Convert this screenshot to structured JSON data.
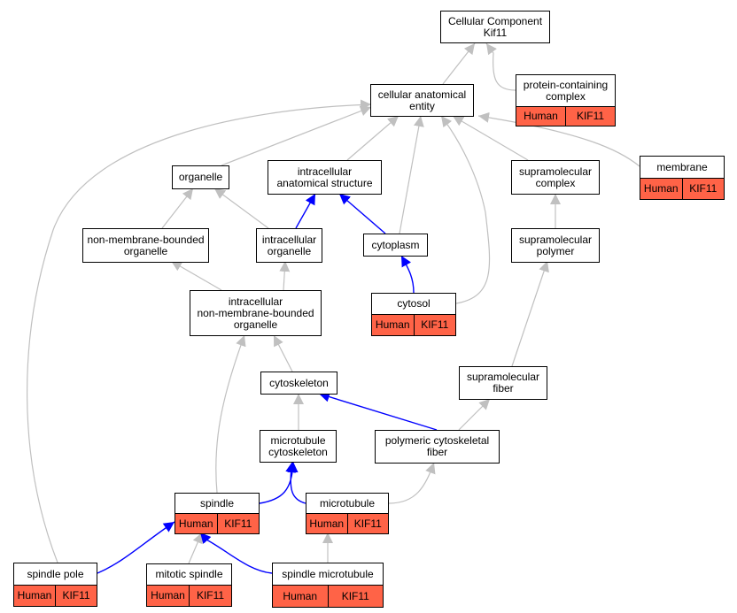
{
  "colors": {
    "is_a": "#c0c0c0",
    "part_of": "#0000ff",
    "annotation": "#ff6347"
  },
  "nodes": {
    "root": {
      "title": "Cellular Component\nKif11"
    },
    "pcc": {
      "title": "protein-containing\ncomplex",
      "tags": [
        "Human",
        "KIF11"
      ]
    },
    "cae": {
      "title": "cellular anatomical\nentity"
    },
    "organelle": {
      "title": "organelle"
    },
    "ias": {
      "title": "intracellular\nanatomical structure"
    },
    "supcomplex": {
      "title": "supramolecular\ncomplex"
    },
    "membrane": {
      "title": "membrane",
      "tags": [
        "Human",
        "KIF11"
      ]
    },
    "nmbo": {
      "title": "non-membrane-bounded\norganelle"
    },
    "intraorg": {
      "title": "intracellular\norganelle"
    },
    "cytoplasm": {
      "title": "cytoplasm"
    },
    "suppolymer": {
      "title": "supramolecular\npolymer"
    },
    "inmbo": {
      "title": "intracellular\nnon-membrane-bounded\norganelle"
    },
    "cytosol": {
      "title": "cytosol",
      "tags": [
        "Human",
        "KIF11"
      ]
    },
    "cytoskeleton": {
      "title": "cytoskeleton"
    },
    "supfiber": {
      "title": "supramolecular\nfiber"
    },
    "mtcyto": {
      "title": "microtubule\ncytoskeleton"
    },
    "polyfiber": {
      "title": "polymeric cytoskeletal\nfiber"
    },
    "spindle": {
      "title": "spindle",
      "tags": [
        "Human",
        "KIF11"
      ]
    },
    "microtubule": {
      "title": "microtubule",
      "tags": [
        "Human",
        "KIF11"
      ]
    },
    "spole": {
      "title": "spindle pole",
      "tags": [
        "Human",
        "KIF11"
      ]
    },
    "mitspindle": {
      "title": "mitotic spindle",
      "tags": [
        "Human",
        "KIF11"
      ]
    },
    "smt": {
      "title": "spindle microtubule",
      "tags": [
        "Human",
        "KIF11"
      ]
    }
  },
  "edges": [
    {
      "from": "pcc",
      "to": "root",
      "type": "is_a"
    },
    {
      "from": "cae",
      "to": "root",
      "type": "is_a"
    },
    {
      "from": "organelle",
      "to": "cae",
      "type": "is_a"
    },
    {
      "from": "ias",
      "to": "cae",
      "type": "is_a"
    },
    {
      "from": "supcomplex",
      "to": "cae",
      "type": "is_a"
    },
    {
      "from": "membrane",
      "to": "cae",
      "type": "is_a"
    },
    {
      "from": "cytoplasm",
      "to": "cae",
      "type": "is_a"
    },
    {
      "from": "cytosol",
      "to": "cae",
      "type": "is_a"
    },
    {
      "from": "spole",
      "to": "cae",
      "type": "is_a"
    },
    {
      "from": "nmbo",
      "to": "organelle",
      "type": "is_a"
    },
    {
      "from": "intraorg",
      "to": "organelle",
      "type": "is_a"
    },
    {
      "from": "intraorg",
      "to": "ias",
      "type": "part_of"
    },
    {
      "from": "cytoplasm",
      "to": "ias",
      "type": "part_of"
    },
    {
      "from": "suppolymer",
      "to": "supcomplex",
      "type": "is_a"
    },
    {
      "from": "inmbo",
      "to": "nmbo",
      "type": "is_a"
    },
    {
      "from": "inmbo",
      "to": "intraorg",
      "type": "is_a"
    },
    {
      "from": "cytosol",
      "to": "cytoplasm",
      "type": "part_of"
    },
    {
      "from": "cytoskeleton",
      "to": "inmbo",
      "type": "is_a"
    },
    {
      "from": "spindle",
      "to": "inmbo",
      "type": "is_a"
    },
    {
      "from": "supfiber",
      "to": "suppolymer",
      "type": "is_a"
    },
    {
      "from": "mtcyto",
      "to": "cytoskeleton",
      "type": "is_a"
    },
    {
      "from": "polyfiber",
      "to": "cytoskeleton",
      "type": "part_of"
    },
    {
      "from": "polyfiber",
      "to": "supfiber",
      "type": "is_a"
    },
    {
      "from": "spindle",
      "to": "mtcyto",
      "type": "part_of"
    },
    {
      "from": "microtubule",
      "to": "mtcyto",
      "type": "part_of"
    },
    {
      "from": "microtubule",
      "to": "polyfiber",
      "type": "is_a"
    },
    {
      "from": "spole",
      "to": "spindle",
      "type": "part_of"
    },
    {
      "from": "mitspindle",
      "to": "spindle",
      "type": "is_a"
    },
    {
      "from": "smt",
      "to": "spindle",
      "type": "part_of"
    },
    {
      "from": "smt",
      "to": "microtubule",
      "type": "is_a"
    }
  ]
}
